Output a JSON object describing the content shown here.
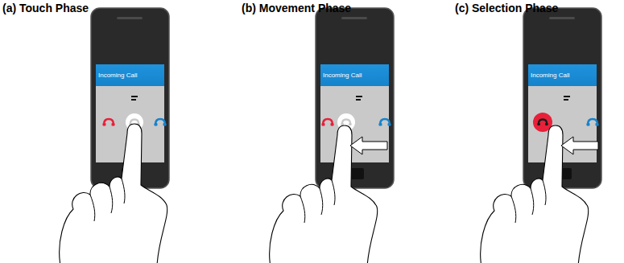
{
  "diagram": {
    "nodes": [
      {
        "text": [
          "Incoming Call"
        ]
      },
      {
        "text": [
          "Incoming Call"
        ]
      },
      {
        "text": [
          "Incoming Call"
        ]
      }
    ],
    "labels": [
      "(a) Touch Phase",
      "(b) Movement Phase",
      "(c) Selection Phase"
    ]
  }
}
